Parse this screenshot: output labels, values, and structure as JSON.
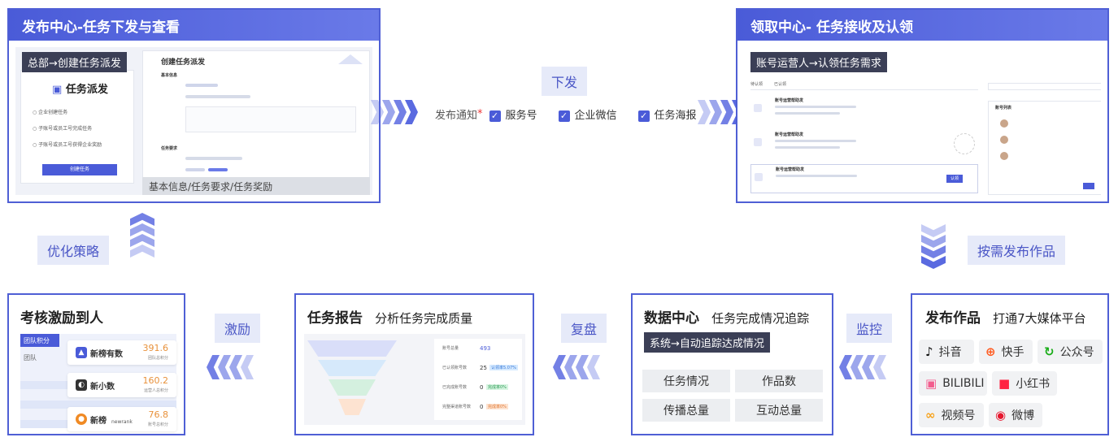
{
  "publish_center": {
    "title": "发布中心-任务下发与查看",
    "tag1": "总部→创建任务派发",
    "tag2": "基本信息/任务要求/任务奖励",
    "sidebar_title": "任务派发",
    "sidebar_items": [
      "企业创建任务",
      "子账号或员工号完成任务",
      "子账号或员工号获得企业奖励"
    ],
    "sidebar_button": "创建任务",
    "form_title": "创建任务派发",
    "form_section1": "基本信息",
    "form_section2": "任务要求"
  },
  "issue_label": "下发",
  "notify": {
    "label": "发布通知",
    "required_mark": "*",
    "options": [
      "服务号",
      "企业微信",
      "任务海报"
    ]
  },
  "claim_center": {
    "title": "领取中心- 任务接收及认领",
    "tag": "账号运营人→认领任务需求",
    "tabs": [
      "待认领",
      "已认领"
    ],
    "task_title": "账号运营帮助发",
    "claim_button": "认领",
    "panel_title": "账号列表"
  },
  "publish_on_demand_label": "按需发布作品",
  "publish_works": {
    "title": "发布作品",
    "subtitle": "打通7大媒体平台",
    "platforms": [
      {
        "name": "抖音",
        "icon": "douyin-icon",
        "color": "#111111"
      },
      {
        "name": "快手",
        "icon": "kuaishou-icon",
        "color": "#ff5a1f"
      },
      {
        "name": "公众号",
        "icon": "wechat-oa-icon",
        "color": "#1aad19"
      },
      {
        "name": "BILIBILI",
        "icon": "bilibili-icon",
        "color": "#f25d8e"
      },
      {
        "name": "小红书",
        "icon": "xiaohongshu-icon",
        "color": "#ff2442"
      },
      {
        "name": "视频号",
        "icon": "channels-icon",
        "color": "#f7a21b"
      },
      {
        "name": "微博",
        "icon": "weibo-icon",
        "color": "#e6162d"
      }
    ]
  },
  "monitor_label": "监控",
  "data_center": {
    "title": "数据中心",
    "subtitle": "任务完成情况追踪",
    "tag": "系统→自动追踪达成情况",
    "metrics": [
      "任务情况",
      "作品数",
      "传播总量",
      "互动总量"
    ]
  },
  "review_label": "复盘",
  "task_report": {
    "title": "任务报告",
    "subtitle": "分析任务完成质量",
    "rows": [
      {
        "label": "账号总量",
        "value": "493",
        "badge": ""
      },
      {
        "label": "已认领账号数",
        "value": "25",
        "badge": "认领率5.07%"
      },
      {
        "label": "已完成账号数",
        "value": "0",
        "badge": "完成率0%"
      },
      {
        "label": "完整渠道账号数",
        "value": "0",
        "badge": "完成率0%"
      }
    ]
  },
  "incentive_label": "激励",
  "evaluation": {
    "title": "考核激励到人",
    "tabs": [
      "团队积分",
      "团队"
    ],
    "ranks": [
      {
        "name": "新榜有数",
        "value": "391.6",
        "sub": "团队总积分"
      },
      {
        "name": "新小数",
        "value": "160.2",
        "sub": "运营人总积分"
      },
      {
        "name": "新榜",
        "extra": "newrank",
        "value": "76.8",
        "sub": "账号总积分"
      }
    ]
  },
  "optimize_label": "优化策略"
}
